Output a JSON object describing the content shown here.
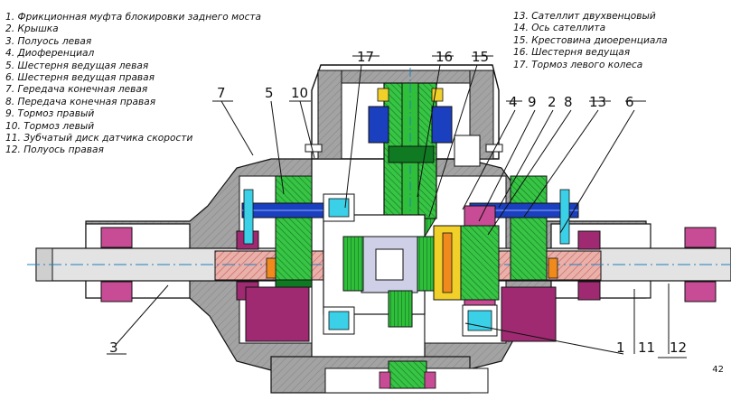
{
  "legend_left": [
    "1. Фрикционная муфта блокировки заднего моста",
    "2. Крышка",
    "3. Полуось левая",
    "4. Диоференциал",
    "5. Шестерня ведущая левая",
    "6. Шестерня ведущая правая",
    "7. Гередача конечная левая",
    "8. Передача конечная правая",
    "9. Тормоз правый",
    "10. Тормоз левый",
    "11. Зубчатый диск датчика скорости",
    "12. Полуось правая"
  ],
  "legend_right": [
    "13. Сателлит двухвенцовый",
    "14. Ось сателлита",
    "15. Крестовина диоеренциала",
    "16. Шестерня ведущая",
    "17. Тормоз левого колеса"
  ],
  "callouts": [
    "17",
    "16",
    "15",
    "4",
    "9",
    "2",
    "8",
    "13",
    "6",
    "7",
    "5",
    "10",
    "3",
    "1",
    "11",
    "12"
  ],
  "page_number": "42",
  "colors": {
    "housing": "#9a9a9a",
    "outline": "#111111",
    "gear_green": "#2fbf3a",
    "gear_dark_green": "#0f7a22",
    "axle_red": "#e9a7a2",
    "magenta": "#a02a72",
    "blue": "#1a3fbf",
    "orange": "#f08a1c",
    "yellow": "#f2d02a",
    "cyan": "#3ad0e8",
    "violet": "#b5b5e0"
  }
}
